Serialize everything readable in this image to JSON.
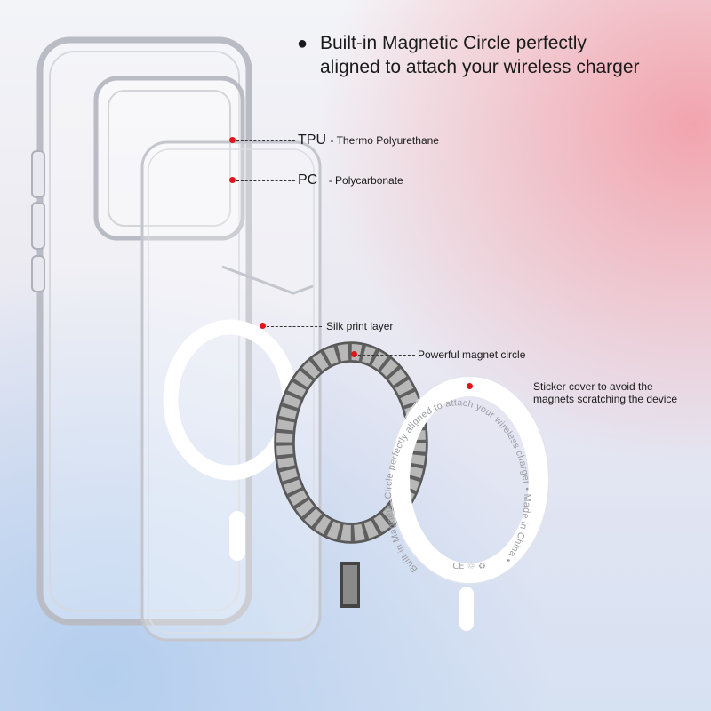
{
  "headline": {
    "bullet": "●",
    "line1": "Built-in Magnetic Circle perfectly",
    "line2": "aligned to attach your wireless charger"
  },
  "callouts": {
    "tpu": {
      "abbr": "TPU",
      "desc": "- Thermo Polyurethane"
    },
    "pc": {
      "abbr": "PC",
      "desc": "- Polycarbonate"
    },
    "silk": {
      "text": "Silk print layer"
    },
    "magnet": {
      "text": "Powerful magnet circle"
    },
    "sticker": {
      "line1": "Sticker cover to avoid the",
      "line2": "magnets scratching the device"
    }
  },
  "sticker_ring": {
    "print": "Built-in Magnetic Circle perfectly aligned to attach your wireless charger • Made in China •",
    "marks": "CE ♲ ♻"
  },
  "colors": {
    "marker_dot": "#e0161b",
    "leader_line": "#333333",
    "magnet_ring": "#5f5f5f",
    "background_pink": "#f2a0aa",
    "background_blue": "#b2cdee"
  }
}
